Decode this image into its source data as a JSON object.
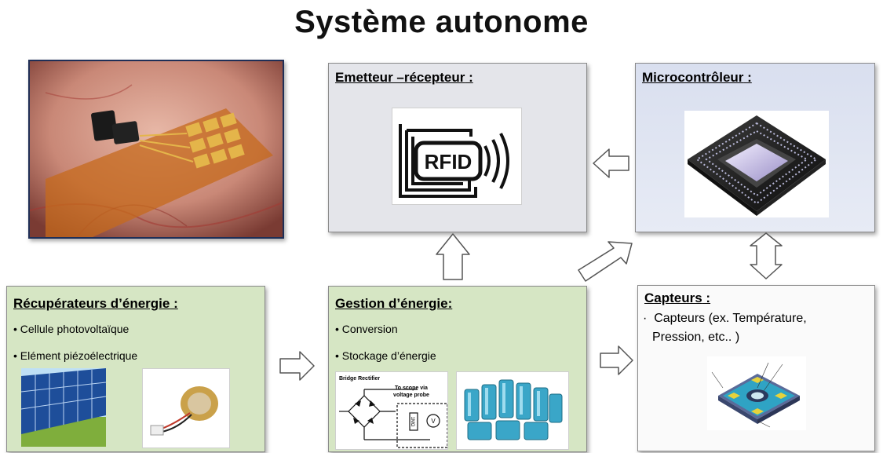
{
  "title": "Système autonome",
  "emetteur": {
    "heading": "Emetteur –récepteur",
    "colon": " :",
    "logo_text": "RFID"
  },
  "micro": {
    "heading": "Microcontrôleur",
    "colon": " :"
  },
  "recup": {
    "heading": "Récupérateurs d’énergie",
    "colon": " :",
    "items": [
      "Cellule photovoltaïque",
      "Elément piézoélectrique"
    ]
  },
  "gestion": {
    "heading": "Gestion d’énergie",
    "colon": ":",
    "items": [
      "Conversion",
      "Stockage d’énergie"
    ],
    "circuit": {
      "title": "Bridge Rectifier",
      "probe_line1": "To scope via",
      "probe_line2": "voltage probe",
      "resistor": "1MΩ",
      "meter": "V"
    }
  },
  "capteurs": {
    "heading": "Capteurs",
    "colon": " :",
    "item_line1": "Capteurs (ex. Température,",
    "item_line2": "Pression, etc.. )"
  },
  "colors": {
    "green": "#d6e6c4",
    "grey": "#e4e5ea",
    "blue": "#dde3f1",
    "arrow_fill": "#ffffff",
    "arrow_stroke": "#555555"
  }
}
